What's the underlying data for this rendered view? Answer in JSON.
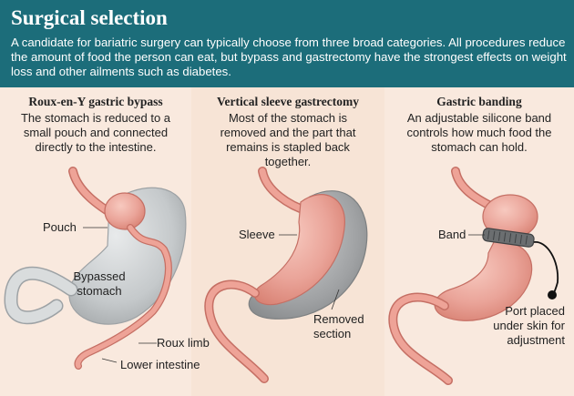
{
  "header": {
    "title": "Surgical selection",
    "intro": "A candidate for bariatric surgery can typically choose from three broad categories. All procedures reduce the amount of food the person can eat, but bypass and gastrectomy have the strongest effects on weight loss and other ailments such as diabetes."
  },
  "panels": [
    {
      "title": "Roux-en-Y gastric bypass",
      "description": "The stomach is reduced to a small pouch and connected directly to the intestine.",
      "labels": [
        "Pouch",
        "Bypassed stomach",
        "Roux limb",
        "Lower intestine"
      ]
    },
    {
      "title": "Vertical sleeve gastrectomy",
      "description": "Most of the stomach is removed and the part that remains is stapled back together.",
      "labels": [
        "Sleeve",
        "Removed section"
      ]
    },
    {
      "title": "Gastric banding",
      "description": "An adjustable silicone band controls how much food the stomach can hold.",
      "labels": [
        "Band",
        "Port placed under skin for adjustment"
      ]
    }
  ],
  "colors": {
    "header_bg": "#1c6d7a",
    "background": "#f8e8dc",
    "stomach_pink": "#eaa499",
    "removed_gray": "#9fa1a3",
    "bypassed_gray": "#c5c9cb"
  }
}
